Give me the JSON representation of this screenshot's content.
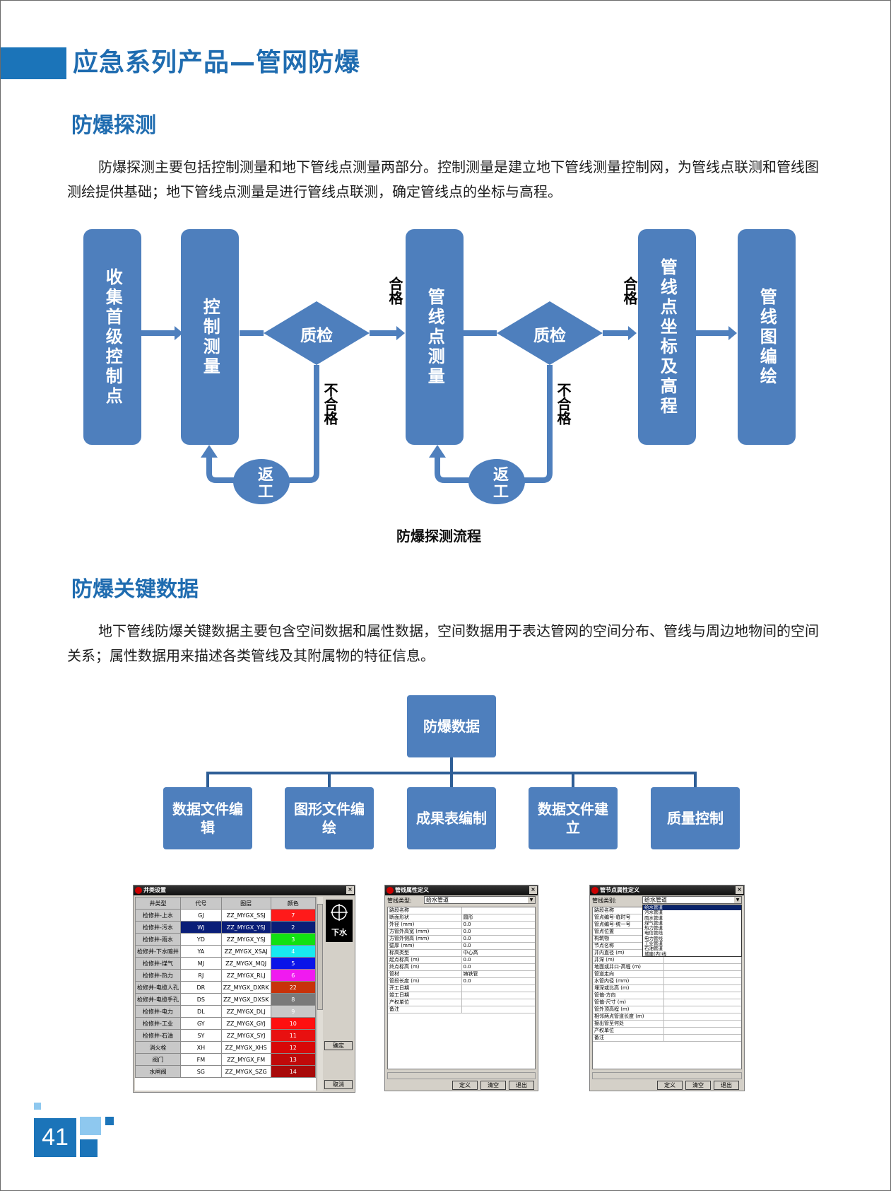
{
  "header": {
    "title": "应急系列产品—管网防爆"
  },
  "section1": {
    "title": "防爆探测",
    "paragraph": "防爆探测主要包括控制测量和地下管线点测量两部分。控制测量是建立地下管线测量控制网，为管线点联测和管线图测绘提供基础；地下管线点测量是进行管线点联测，确定管线点的坐标与高程。"
  },
  "flow": {
    "boxes": [
      "收集首级控制点",
      "控制测量",
      "管线点测量",
      "管线点坐标及高程",
      "管线图编绘"
    ],
    "check_label": "质检",
    "pass_label": "合格",
    "fail_label": "不合格",
    "rework_label": "返工",
    "caption": "防爆探测流程"
  },
  "section2": {
    "title": "防爆关键数据",
    "paragraph": "地下管线防爆关键数据主要包含空间数据和属性数据，空间数据用于表达管网的空间分布、管线与周边地物间的空间关系；属性数据用来描述各类管线及其附属物的特征信息。"
  },
  "tree": {
    "root": "防爆数据",
    "children": [
      "数据文件编辑",
      "图形文件编绘",
      "成果表编制",
      "数据文件建立",
      "质量控制"
    ]
  },
  "window1": {
    "title": "井类设置",
    "headers": [
      "井类型",
      "代号",
      "图层",
      "颜色"
    ],
    "rows": [
      {
        "type": "检修井-上水",
        "code": "GJ",
        "layer": "ZZ_MYGX_SSJ",
        "color_no": "7",
        "color": "#ff1a1a"
      },
      {
        "type": "检修井-污水",
        "code": "WJ",
        "layer": "ZZ_MYGX_YSJ",
        "color_no": "2",
        "color": "#0a1e78"
      },
      {
        "type": "检修井-雨水",
        "code": "YD",
        "layer": "ZZ_MYGX_YSJ",
        "color_no": "3",
        "color": "#11e011"
      },
      {
        "type": "检修井-下水暗井",
        "code": "YA",
        "layer": "ZZ_MYGX_XSAJ",
        "color_no": "4",
        "color": "#18e8f0"
      },
      {
        "type": "检修井-煤气",
        "code": "MJ",
        "layer": "ZZ_MYGX_MQJ",
        "color_no": "5",
        "color": "#0a14e8"
      },
      {
        "type": "检修井-热力",
        "code": "RJ",
        "layer": "ZZ_MYGX_RLJ",
        "color_no": "6",
        "color": "#f01af0"
      },
      {
        "type": "检修井-电缆人孔",
        "code": "DR",
        "layer": "ZZ_MYGX_DXRK",
        "color_no": "22",
        "color": "#c8320a"
      },
      {
        "type": "检修井-电缆手孔",
        "code": "DS",
        "layer": "ZZ_MYGX_DXSK",
        "color_no": "8",
        "color": "#7a7a7a"
      },
      {
        "type": "检修井-电力",
        "code": "DL",
        "layer": "ZZ_MYGX_DLJ",
        "color_no": "9",
        "color": "#c8c8c8"
      },
      {
        "type": "检修井-工业",
        "code": "GY",
        "layer": "ZZ_MYGX_GYJ",
        "color_no": "10",
        "color": "#ff1010"
      },
      {
        "type": "检修井-石油",
        "code": "SY",
        "layer": "ZZ_MYGX_SYJ",
        "color_no": "11",
        "color": "#e81010"
      },
      {
        "type": "消火栓",
        "code": "XH",
        "layer": "ZZ_MYGX_XHS",
        "color_no": "12",
        "color": "#d80808"
      },
      {
        "type": "阀门",
        "code": "FM",
        "layer": "ZZ_MYGX_FM",
        "color_no": "13",
        "color": "#c00a0a"
      },
      {
        "type": "水闸阀",
        "code": "SG",
        "layer": "ZZ_MYGX_SZG",
        "color_no": "14",
        "color": "#a80a0a"
      }
    ],
    "preview_label": "下水",
    "ok_label": "确定",
    "cancel_label": "取消"
  },
  "window2": {
    "title": "管线属性定义",
    "type_label": "管线类型:",
    "type_value": "给水管道",
    "rows": [
      [
        "路段名称",
        ""
      ],
      [
        "断面形状",
        "圆形"
      ],
      [
        "外径 (mm)",
        "0.0"
      ],
      [
        "方管外高宽 (mm)",
        "0.0"
      ],
      [
        "方管外侧高 (mm)",
        "0.0"
      ],
      [
        "壁厚 (mm)",
        "0.0"
      ],
      [
        "标高类型",
        "中心高"
      ],
      [
        "起点标高 (m)",
        "0.0"
      ],
      [
        "终点标高 (m)",
        "0.0"
      ],
      [
        "管材",
        "铸铁管"
      ],
      [
        "管段长度 (m)",
        "0.0"
      ],
      [
        "开工日期",
        ""
      ],
      [
        "竣工日期",
        ""
      ],
      [
        "产权单位",
        ""
      ],
      [
        "备注",
        ""
      ]
    ],
    "buttons": [
      "定义",
      "清空",
      "退出"
    ]
  },
  "window3": {
    "title": "管节点属性定义",
    "type_label": "管线类别:",
    "type_value": "给水管道",
    "dropdown": [
      "给水管道",
      "污水管道",
      "雨水管道",
      "煤气管道",
      "热力管道",
      "电信管线",
      "电力管线",
      "工业管道",
      "石油管道",
      "城建(内)线"
    ],
    "rows": [
      "路段名称",
      "管点编号-临时号",
      "管点编号-统一号",
      "管点位置",
      "构筑物",
      "节点名称",
      "井内直径 (m)",
      "井深 (m)",
      "地面或井口-高程 (m)",
      "管道走向",
      "水管内径 (mm)",
      "埋深或比高 (m)",
      "管偏-方向",
      "管偏-尺寸 (m)",
      "管外顶高程 (m)",
      "相邻两点管道长度 (m)",
      "接出管至何处",
      "产权单位",
      "备注"
    ],
    "buttons": [
      "定义",
      "清空",
      "退出"
    ]
  },
  "footer": {
    "page_number": "41"
  },
  "colors": {
    "brand_blue": "#1b74b9",
    "box_blue": "#4e7fbd",
    "title_blue": "#1f6cb0"
  }
}
